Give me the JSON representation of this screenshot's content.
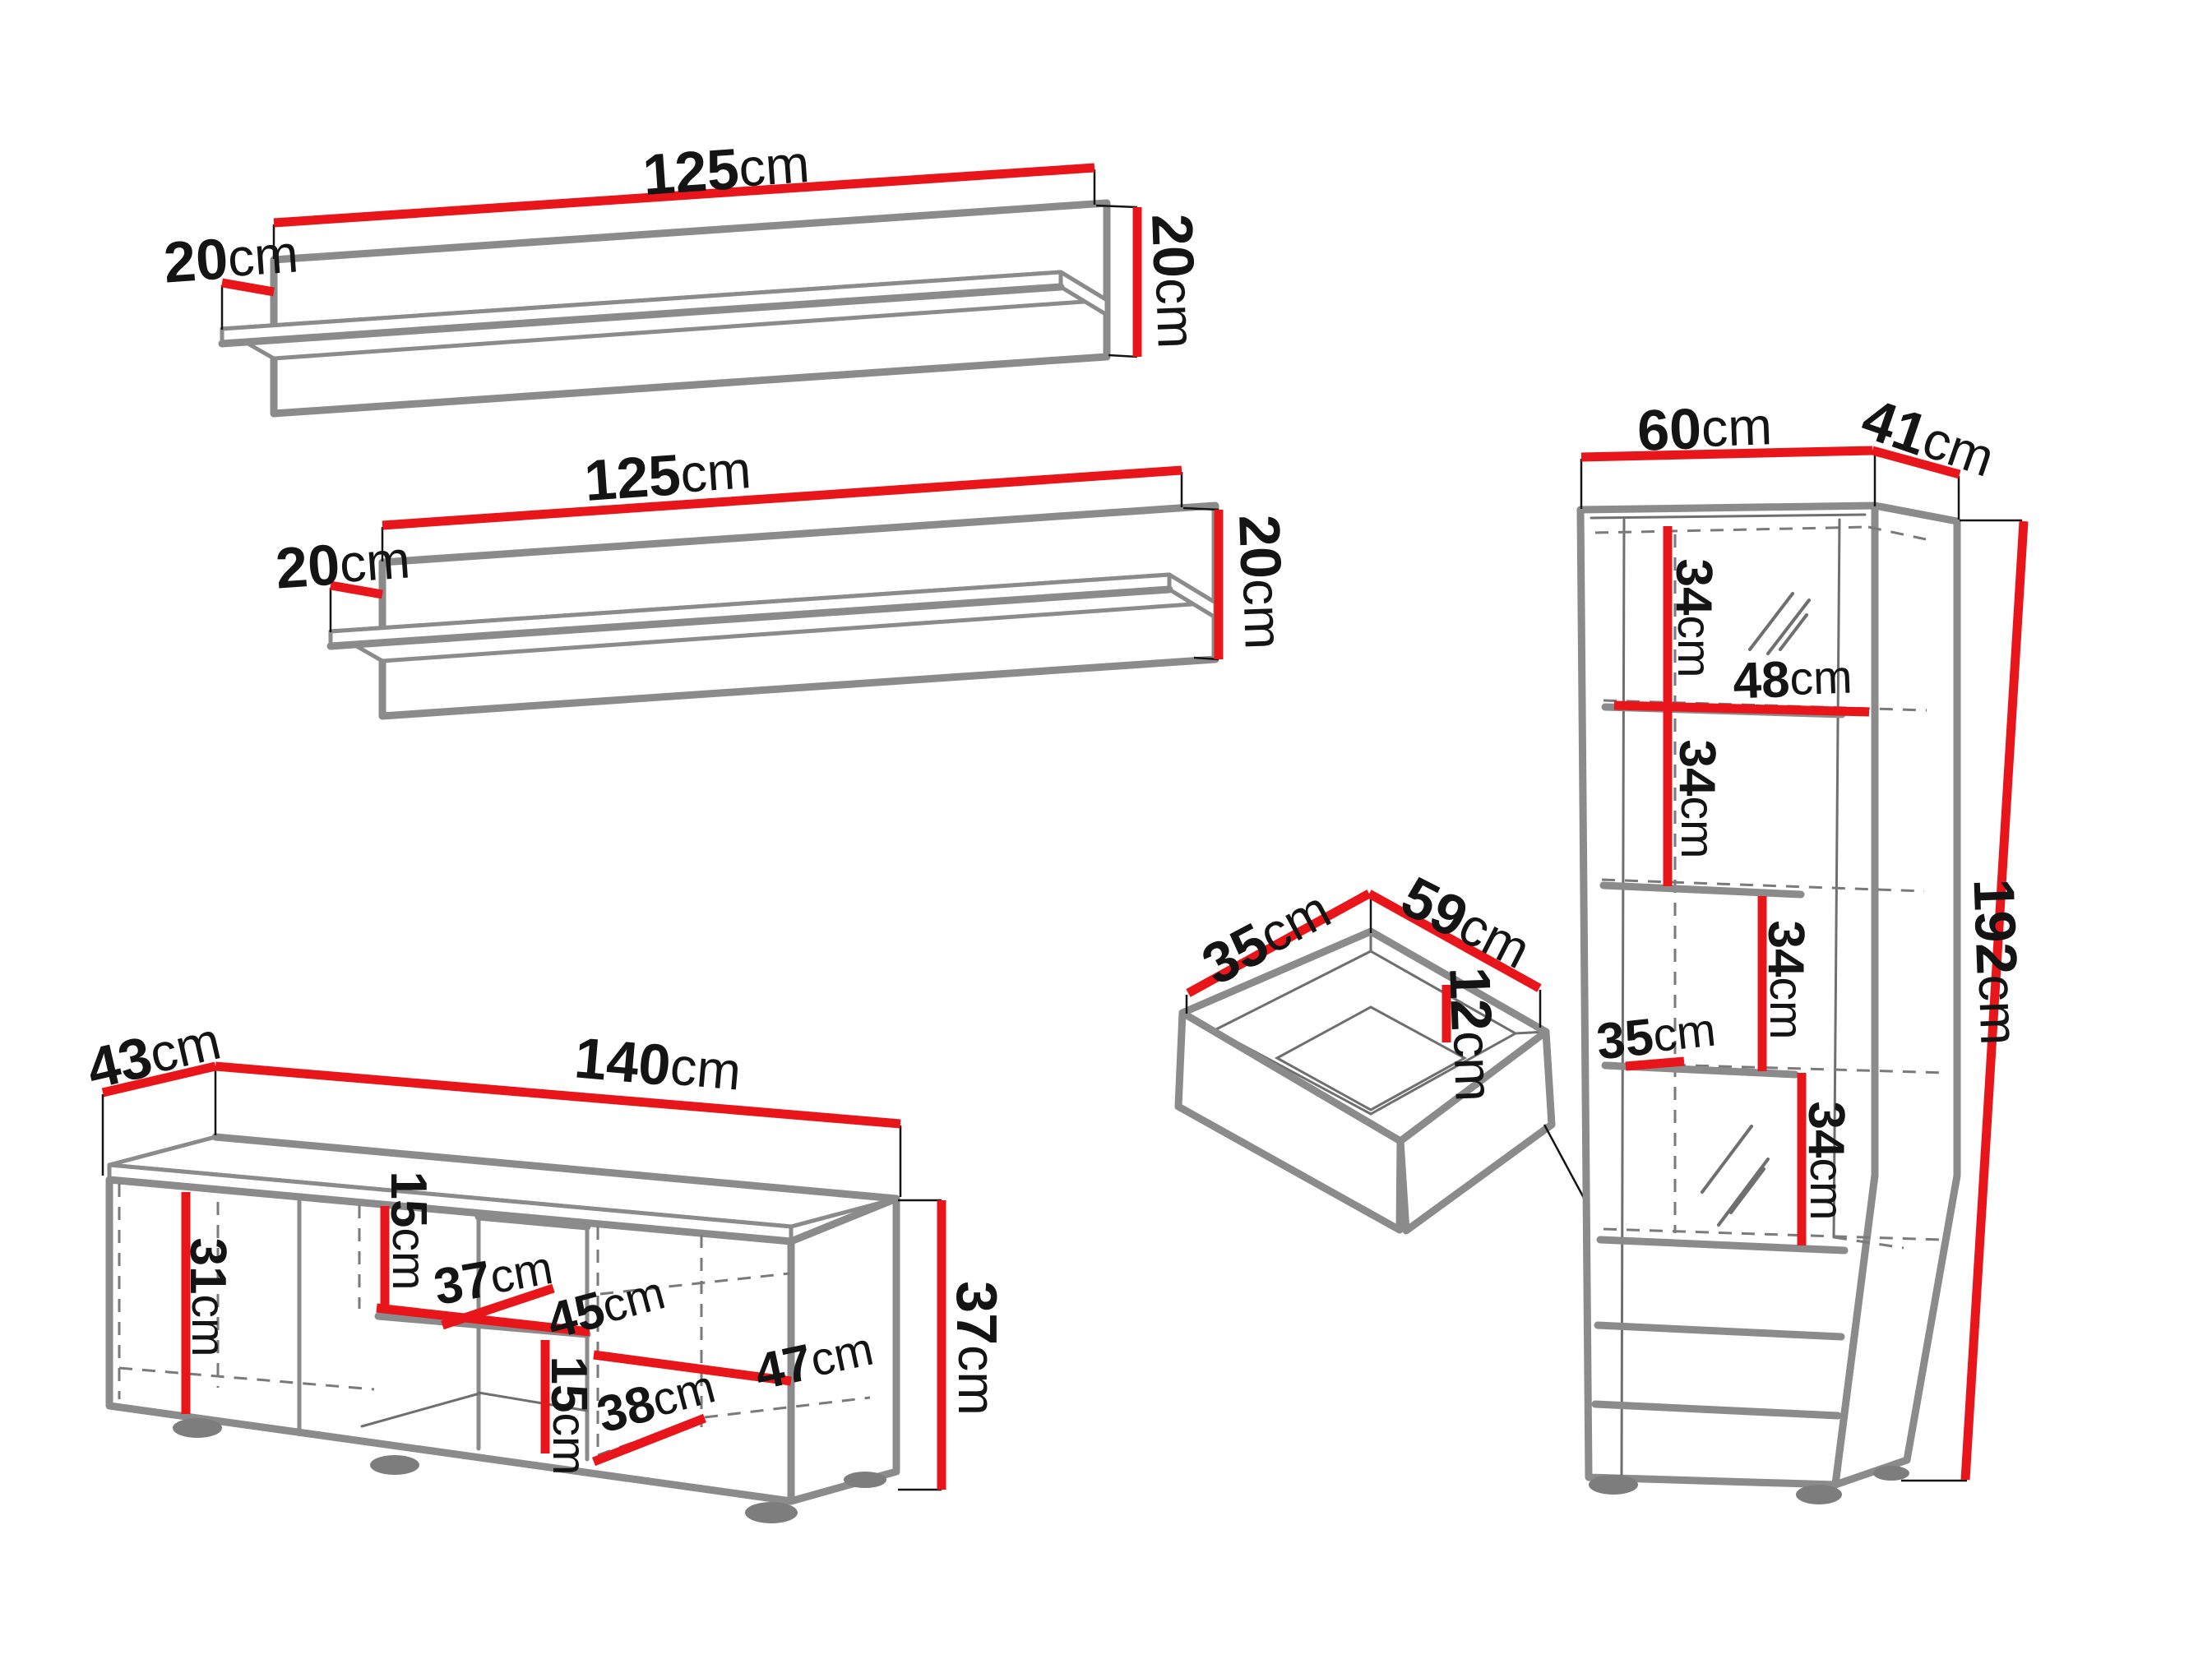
{
  "colors": {
    "dimension_red": "#e8151b",
    "outline_gray": "#8b8b8b",
    "label_black": "#141414",
    "background": "#ffffff"
  },
  "pieces": {
    "wall_shelf_1": {
      "width": {
        "value": "125",
        "unit": "cm"
      },
      "depth": {
        "value": "20",
        "unit": "cm"
      },
      "height": {
        "value": "20",
        "unit": "cm"
      }
    },
    "wall_shelf_2": {
      "width": {
        "value": "125",
        "unit": "cm"
      },
      "depth": {
        "value": "20",
        "unit": "cm"
      },
      "height": {
        "value": "20",
        "unit": "cm"
      }
    },
    "tv_stand": {
      "depth": {
        "value": "43",
        "unit": "cm"
      },
      "width": {
        "value": "140",
        "unit": "cm"
      },
      "height": {
        "value": "37",
        "unit": "cm"
      },
      "left_inner_height": {
        "value": "31",
        "unit": "cm"
      },
      "top_niche_height": {
        "value": "15",
        "unit": "cm"
      },
      "shelf_depth": {
        "value": "37",
        "unit": "cm"
      },
      "shelf_width": {
        "value": "45",
        "unit": "cm"
      },
      "right_inner_width": {
        "value": "47",
        "unit": "cm"
      },
      "bottom_niche_height": {
        "value": "15",
        "unit": "cm"
      },
      "right_inner_depth": {
        "value": "38",
        "unit": "cm"
      }
    },
    "drawer": {
      "depth": {
        "value": "35",
        "unit": "cm"
      },
      "width": {
        "value": "59",
        "unit": "cm"
      },
      "inner_height": {
        "value": "12",
        "unit": "cm"
      }
    },
    "cabinet": {
      "width": {
        "value": "60",
        "unit": "cm"
      },
      "depth": {
        "value": "41",
        "unit": "cm"
      },
      "height": {
        "value": "192",
        "unit": "cm"
      },
      "section1_height": {
        "value": "34",
        "unit": "cm"
      },
      "shelf_width": {
        "value": "48",
        "unit": "cm"
      },
      "section2_height": {
        "value": "34",
        "unit": "cm"
      },
      "section3_height": {
        "value": "34",
        "unit": "cm"
      },
      "inner_depth": {
        "value": "35",
        "unit": "cm"
      },
      "section4_height": {
        "value": "34",
        "unit": "cm"
      }
    }
  }
}
